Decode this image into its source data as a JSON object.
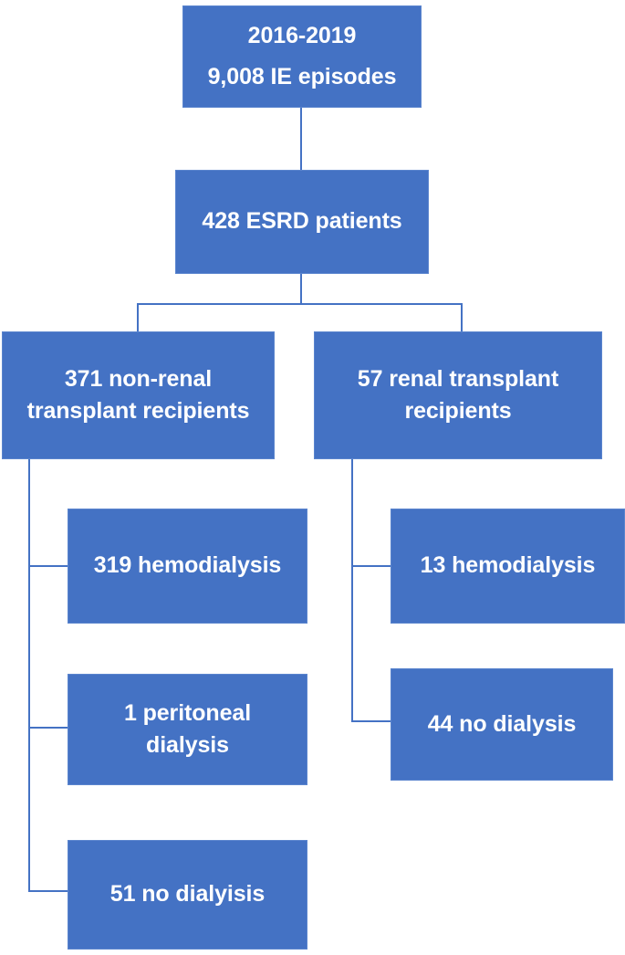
{
  "diagram": {
    "type": "flowchart",
    "title": "IE episodes ESRD patient selection flow",
    "accent_color": "#4472C4",
    "box_border_color": "#5B85CE",
    "text_color": "#FFFFFF",
    "background_color": "#FFFFFF",
    "connector_color": "#4472C4"
  },
  "nodes": {
    "root": {
      "line1": "2016-2019",
      "line2": "9,008 IE episodes"
    },
    "esrd": {
      "label": "428 ESRD patients"
    },
    "non_renal_transplant": {
      "line1": "371 non-renal",
      "line2": "transplant recipients"
    },
    "renal_transplant": {
      "line1": "57 renal transplant",
      "line2": "recipients"
    },
    "non_renal_children": {
      "hemodialysis": "319 hemodialysis",
      "peritoneal_line1": "1 peritoneal",
      "peritoneal_line2": "dialysis",
      "no_dialysis": "51 no dialyisis"
    },
    "renal_children": {
      "hemodialysis": "13 hemodialysis",
      "no_dialysis": "44 no dialysis"
    }
  }
}
